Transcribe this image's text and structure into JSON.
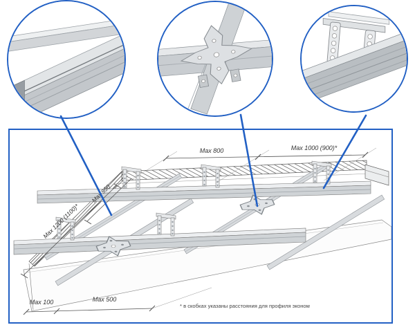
{
  "colors": {
    "accent_blue": "#2260c4",
    "line_gray": "#555555",
    "metal_light": "#e9ebed",
    "metal_mid": "#c9cdd1",
    "metal_dark": "#8a9095"
  },
  "callouts": [
    {
      "name": "profiles-crossing-detail"
    },
    {
      "name": "crab-cross-connector-detail"
    },
    {
      "name": "anchor-hanger-detail"
    }
  ],
  "diagram": {
    "dimensions": {
      "top_left": "Max 800",
      "top_right": "Max 1000 (900)*",
      "left_outer": "Max 1200 (1100)*",
      "left_inner": "Max 950",
      "bottom_left": "Max 100",
      "bottom_mid": "Max 500"
    },
    "footnote": "* в скобках указаны расстояния для профиля эконом"
  }
}
